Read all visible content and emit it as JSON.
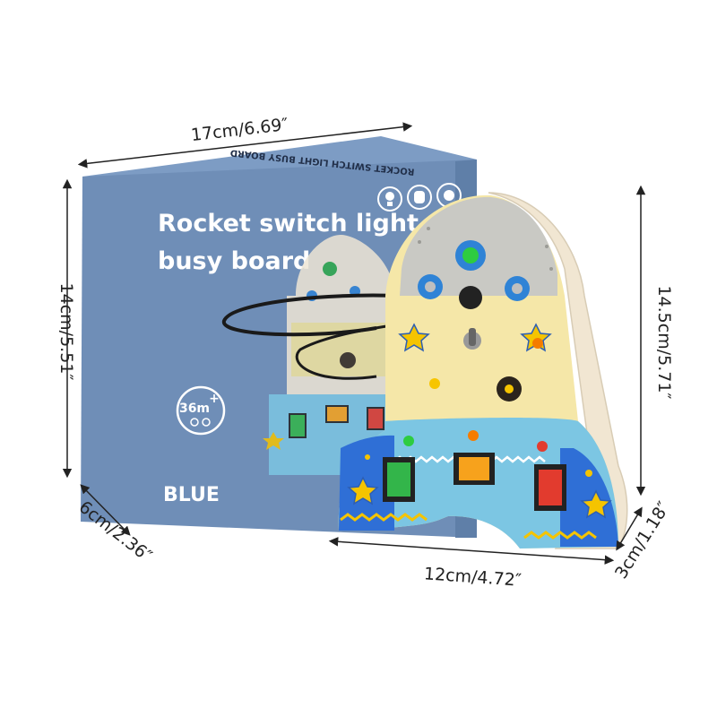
{
  "product": {
    "box_title_line1": "Rocket switch light",
    "box_title_line2": "busy board",
    "box_side_text": "ROCKET SWITCH LIGHT BUSY BOARD",
    "age_badge": "36m",
    "age_plus": "+",
    "color_label": "BLUE"
  },
  "dimensions": {
    "box_width": "17cm/6.69″",
    "box_height": "14cm/5.51″",
    "box_depth": "6cm/2.36″",
    "board_height": "14.5cm/5.71″",
    "board_width": "12cm/4.72″",
    "board_depth": "3cm/1.18″"
  },
  "colors": {
    "box_blue": "#6f8eb7",
    "board_yellow": "#f5e7a8",
    "board_blue": "#7cc6e3",
    "board_gray": "#c9c9c4",
    "wood": "#f1e6d2",
    "switch_green": "#33b54a",
    "switch_orange": "#f7a21c",
    "switch_red": "#e23b2e"
  }
}
